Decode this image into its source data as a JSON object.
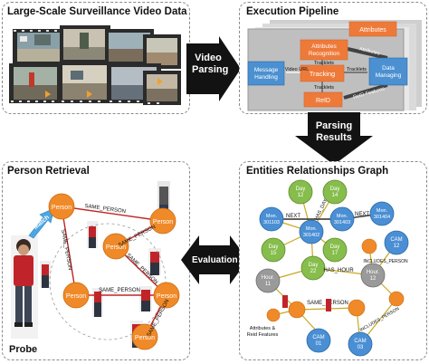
{
  "panels": {
    "video_data": {
      "title": "Large-Scale Surveillance Video Data"
    },
    "pipeline": {
      "title": "Execution Pipeline",
      "boxes": {
        "attributes": "Attributes",
        "attr_recognition": "Attributes Recognition",
        "message_handling": "Message Handling",
        "tracking": "Tracking",
        "reid": "ReID",
        "data_managing": "Data Managing"
      },
      "labels": {
        "video_url": "Video URL",
        "tracklets_1": "Tracklets",
        "tracklets_2": "Tracklets",
        "tracklets_3": "Tracklets",
        "attributes": "Attributes",
        "reid_features": "ReID Features"
      }
    },
    "retrieval": {
      "title": "Person Retrieval",
      "match": "Match",
      "probe": "Probe",
      "person_label": "Person",
      "same_person": "SAME_PERSON"
    },
    "graph": {
      "title": "Entities Relationships Graph",
      "nodes": {
        "day12": "Day 12",
        "day14": "Day 14",
        "mon301103": "Mon. 301103",
        "mon301403": "Mon. 301403",
        "mon301404": "Mon. 301404",
        "mon301402": "Mon. 301402",
        "day15": "Day 15",
        "day17": "Day 17",
        "day22": "Day 22",
        "hour11": "Hour. 11",
        "hour12": "Hour. 12",
        "cam12": "CAM 12",
        "cam01": "CAM 01",
        "cam03": "CAM 03"
      },
      "edges": {
        "next1": "NEXT",
        "next2": "NEXT",
        "has_day": "HAS_DAY",
        "has_hour": "HAS_HOUR",
        "includes_person": "INCLUDES_PERSON",
        "same_person": "SAME_PERSON",
        "includes_person_2": "INCLUDES_PERSON"
      },
      "attr_note": "Attributes & Reid Features"
    }
  },
  "arrows": {
    "video_parsing": "Video Parsing",
    "parsing_results": "Parsing Results",
    "evaluation": "Evaluation"
  }
}
